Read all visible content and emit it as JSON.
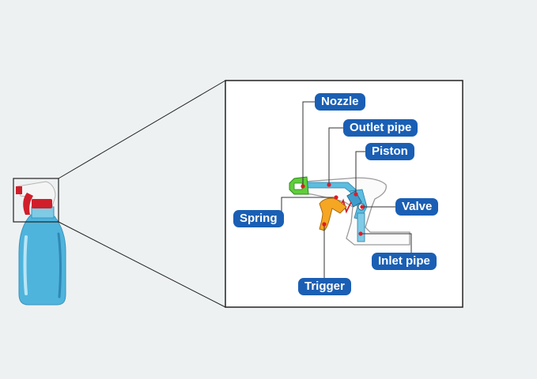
{
  "labels": {
    "nozzle": "Nozzle",
    "outlet_pipe": "Outlet pipe",
    "piston": "Piston",
    "valve": "Valve",
    "spring": "Spring",
    "inlet_pipe": "Inlet pipe",
    "trigger": "Trigger"
  },
  "colors": {
    "background": "#eef1f2",
    "label_bg": "#1a5fb4",
    "label_text": "#ffffff",
    "leader_line": "#333333",
    "marker": "#e01b24",
    "liquid": "#5bbde0",
    "bottle": "#4fb4dc",
    "nozzle": "#5fce3a",
    "trigger": "#f5a623",
    "sprayer_red": "#d01f2a",
    "sprayer_white": "#f4f4f4"
  }
}
